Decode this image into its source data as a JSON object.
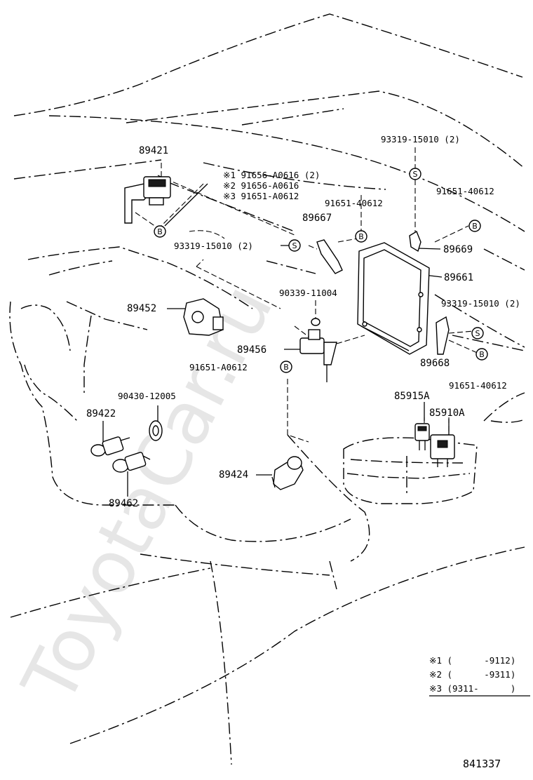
{
  "labels": {
    "p89421": "89421",
    "note1": "※1 91656-A0616 (2)",
    "note2": "※2 91656-A0616",
    "note3": "※3 91651-A0612",
    "p93319_top": "93319-15010 (2)",
    "p91651_40612_right": "91651-40612",
    "p91651_40612_mid": "91651-40612",
    "p89667": "89667",
    "p89669": "89669",
    "p89661": "89661",
    "p93319_left": "93319-15010 (2)",
    "p90339": "90339-11004",
    "p89452": "89452",
    "p93319_right": "93319-15010 (2)",
    "p89456": "89456",
    "p91651_A0612": "91651-A0612",
    "p89668": "89668",
    "p91651_40612_low": "91651-40612",
    "p90430": "90430-12005",
    "p85915A": "85915A",
    "p85910A": "85910A",
    "p89422": "89422",
    "p89424": "89424",
    "p89462": "89462"
  },
  "callouts": {
    "s": "S",
    "b": "B"
  },
  "legend": {
    "row1": "※1 (      -9112)",
    "row2": "※2 (      -9311)",
    "row3": "※3 (9311-      )"
  },
  "diagram_code": "841337",
  "watermark": "ToyotaCar.ru"
}
